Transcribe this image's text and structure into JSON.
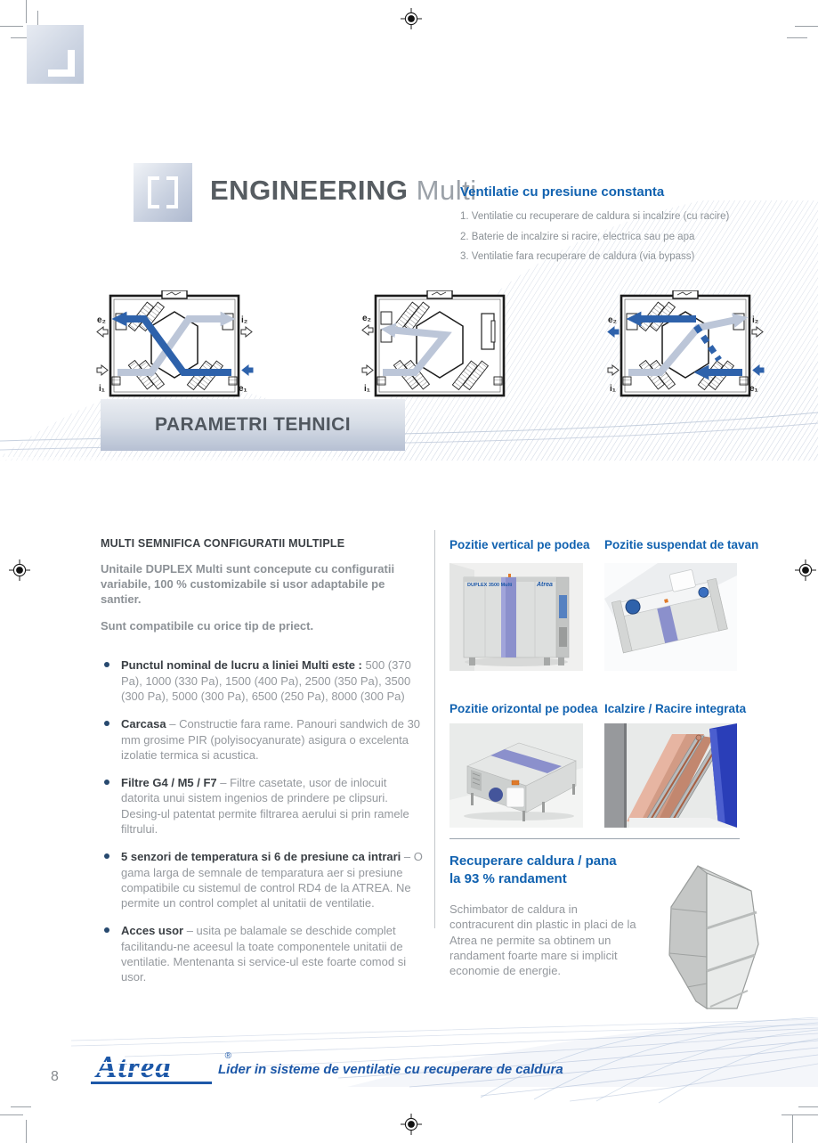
{
  "page": {
    "number": "8"
  },
  "header": {
    "title_bold": "ENGINEERING",
    "title_light": "Multi",
    "section": {
      "heading": "Ventilatie cu presiune constanta",
      "items": [
        "1. Ventilatie cu recuperare de caldura si incalzire (cu racire)",
        "2. Baterie de incalzire si racire, electrica sau pe apa",
        "3. Ventilatie fara recuperare de caldura (via bypass)"
      ]
    }
  },
  "diagrams": {
    "labels": {
      "e2": "e₂",
      "i2": "i₂",
      "i1": "i₁",
      "e1": "e₁"
    }
  },
  "banner": {
    "title": "PARAMETRI TEHNICI"
  },
  "content": {
    "intro": {
      "heading": "MULTI SEMNIFICA CONFIGURATII MULTIPLE",
      "p1": "Unitaile DUPLEX Multi sunt concepute cu configuratii variabile, 100 % customizabile si usor adaptabile pe santier.",
      "p2": "Sunt compatibile cu orice tip de priect."
    },
    "bullets": [
      {
        "lead": "Punctul nominal de lucru a liniei Multi este :",
        "text": " 500 (370 Pa), 1000 (330 Pa), 1500 (400 Pa), 2500 (350 Pa), 3500 (300 Pa), 5000 (300 Pa), 6500 (250 Pa), 8000 (300 Pa)"
      },
      {
        "lead": "Carcasa",
        "text": " – Constructie fara rame. Panouri sandwich de 30 mm grosime PIR (polyisocyanurate) asigura o excelenta izolatie termica si acustica."
      },
      {
        "lead": "Filtre G4 / M5 / F7",
        "text": " – Filtre casetate, usor de inlocuit datorita unui sistem ingenios de prindere pe clipsuri. Desing-ul patentat permite filtrarea aerului si prin ramele filtrului."
      },
      {
        "lead": "5 senzori de temperatura si 6 de presiune ca intrari",
        "text": " – O gama larga de semnale de temparatura aer si presiune compatibile cu sistemul de control RD4 de la ATREA. Ne permite un control complet al unitatii de ventilatie."
      },
      {
        "lead": "Acces usor",
        "text": " – usita pe balamale se deschide complet facilitandu-ne aceesul la toate componentele unitatii de ventilatie. Mentenanta si service-ul este foarte comod si usor."
      }
    ],
    "gallery": [
      {
        "caption": "Pozitie vertical pe podea"
      },
      {
        "caption": "Pozitie suspendat de tavan"
      },
      {
        "caption": "Pozitie orizontal pe podea"
      },
      {
        "caption": "Icalzire / Racire integrata"
      }
    ],
    "images": {
      "unit_label": "DUPLEX 3500 Multi",
      "unit_brand": "Atrea"
    },
    "recovery": {
      "heading_line1": "Recuperare caldura / pana",
      "heading_line2": "la 93 % randament",
      "body": "Schimbator de caldura in contracurent din plastic in placi de la Atrea ne permite sa obtinem un randament foarte mare si implicit economie de energie."
    }
  },
  "footer": {
    "logo": "Atrea",
    "registered": "®",
    "tagline": "Lider in sisteme de ventilatie cu recuperare de caldura"
  },
  "colors": {
    "accent_blue": "#1162b0",
    "logo_blue": "#1d58a8",
    "diagram_blue": "#2e62ab",
    "flow_gray": "#bcc6d8",
    "unit_purple": "#8b90cc",
    "banner_text": "#50575f",
    "body_gray": "#94989d"
  }
}
